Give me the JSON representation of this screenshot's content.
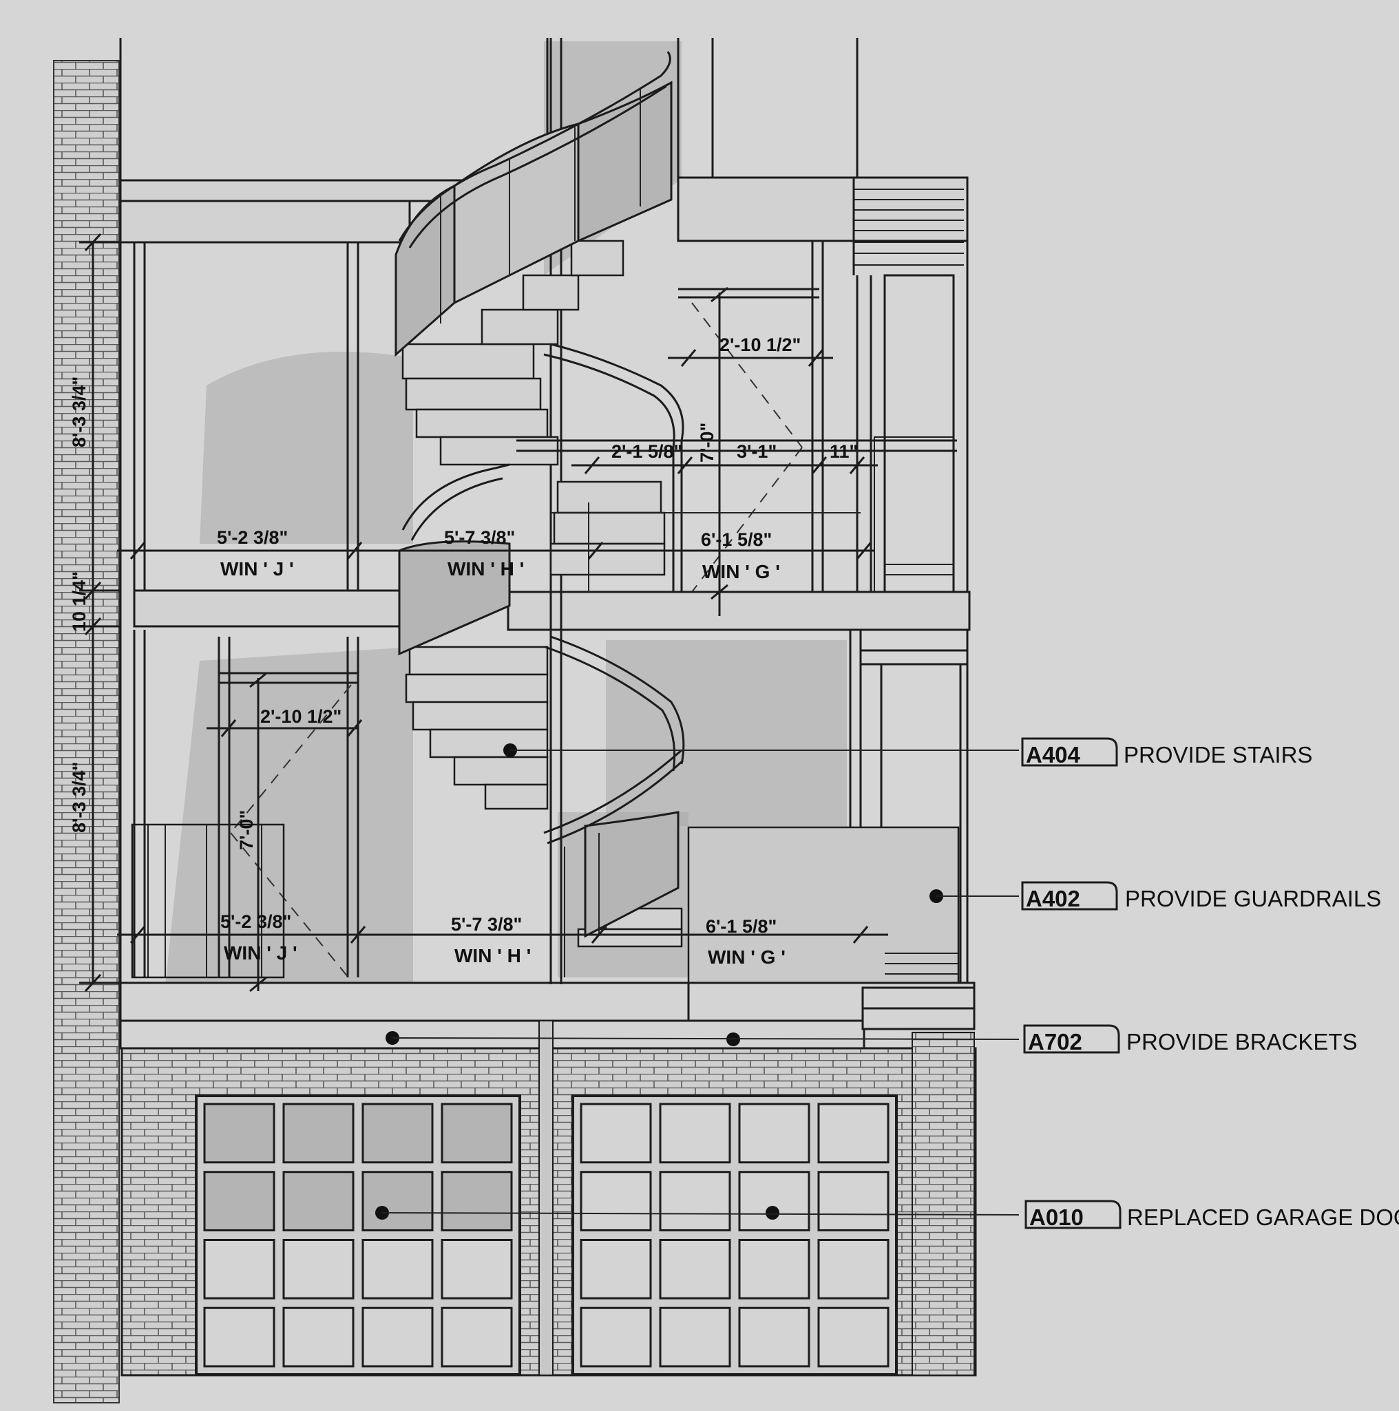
{
  "dimensions": {
    "upper_height": "8'-3 3/4\"",
    "floor_thickness": "10 1/4\"",
    "lower_height": "8'-3 3/4\"",
    "upper_door_width": "2'-10 1/2\"",
    "upper_door_height": "7'-0\"",
    "upper_seg1": "2'-1 5/8\"",
    "upper_seg2": "3'-1\"",
    "upper_seg3": "11\"",
    "lower_door_width": "2'-10 1/2\"",
    "lower_door_height": "7'-0\""
  },
  "windows_upper": [
    {
      "width": "5'-2 3/8\"",
      "label": "WIN ' J '"
    },
    {
      "width": "5'-7 3/8\"",
      "label": "WIN ' H '"
    },
    {
      "width": "6'-1 5/8\"",
      "label": "WIN ' G '"
    }
  ],
  "windows_lower": [
    {
      "width": "5'-2 3/8\"",
      "label": "WIN ' J '"
    },
    {
      "width": "5'-7 3/8\"",
      "label": "WIN ' H '"
    },
    {
      "width": "6'-1 5/8\"",
      "label": "WIN ' G '"
    }
  ],
  "keynotes": [
    {
      "code": "A404",
      "text": "PROVIDE STAIRS"
    },
    {
      "code": "A402",
      "text": "PROVIDE GUARDRAILS"
    },
    {
      "code": "A702",
      "text": "PROVIDE BRACKETS"
    },
    {
      "code": "A010",
      "text": "REPLACED GARAGE DOORS"
    }
  ],
  "colors": {
    "paper": "#d6d6d6",
    "ink": "#1c1c1c",
    "shadow": "#a9a9a9"
  }
}
